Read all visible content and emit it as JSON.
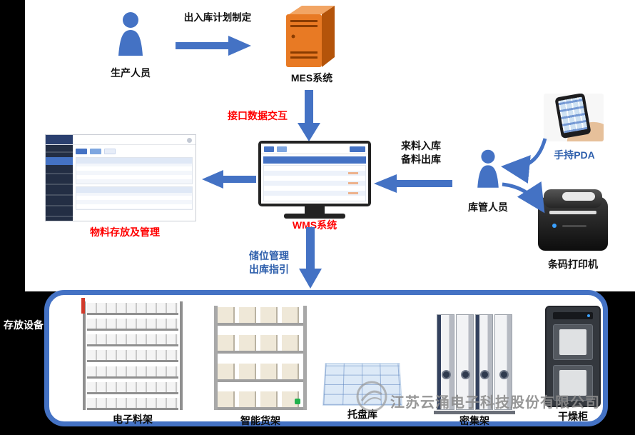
{
  "colors": {
    "accent_blue": "#4472C4",
    "red_text": "#FF0000",
    "blue_text": "#2E5FAC",
    "server_orange": "#E87A24",
    "background": "#000000"
  },
  "flow": {
    "plan_label": "出入库计划制定",
    "production_person": "生产人员",
    "mes_system": "MES系统",
    "interface_label": "接口数据交互",
    "wms_system": "WMS系统",
    "material_mgmt": "物料存放及管理",
    "inbound_line1": "来料入库",
    "inbound_line2": "备料出库",
    "warehouse_person": "库管人员",
    "pda_label": "手持PDA",
    "printer_label": "条码打印机",
    "storage_mgmt_line1": "储位管理",
    "storage_mgmt_line2": "出库指引"
  },
  "storage": {
    "area_label": "存放设备",
    "equipment": [
      "电子料架",
      "智能货架",
      "托盘库",
      "密集架",
      "干燥柜"
    ]
  },
  "watermark": {
    "company": "江苏云涌电子科技股份有限公司"
  }
}
